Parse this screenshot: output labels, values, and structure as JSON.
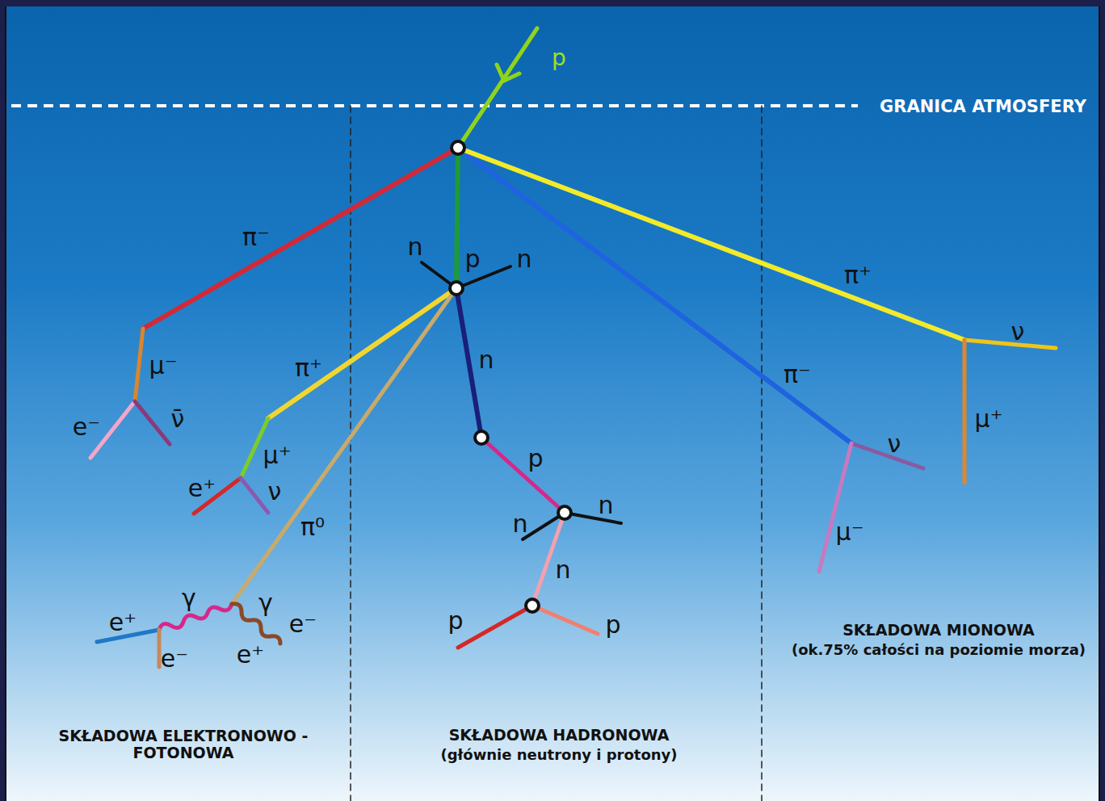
{
  "diagram": {
    "labels": [
      "p",
      "GRANICA ATMOSFERY",
      "π⁻",
      "n",
      "p",
      "n",
      "π⁺",
      "n",
      "μ⁻",
      "π⁺",
      "π⁻",
      "ν",
      "μ⁺",
      "e⁻",
      "ν̄",
      "μ⁺",
      "e⁺",
      "ν",
      "p",
      "n",
      "n",
      "π⁰",
      "n",
      "ν",
      "μ⁻",
      "γ",
      "γ",
      "e⁺",
      "e⁻",
      "e⁻",
      "e⁺",
      "p",
      "p",
      "SKŁADOWA ELEKTRONOWO - FOTONOWA",
      "SKŁADOWA HADRONOWA",
      "(głównie neutrony i protony)",
      "SKŁADOWA MIONOWA",
      "(ok.75% całości na poziomie morza)"
    ]
  }
}
